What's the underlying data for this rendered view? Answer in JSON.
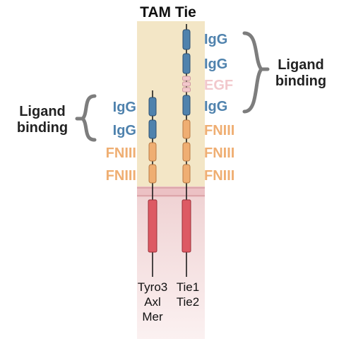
{
  "title": "TAM Tie",
  "colors": {
    "extracellular": "#f3e6c6",
    "membrane": "#ecc1c4",
    "intracellular": "#f6e2e2",
    "igg": "#4f82ad",
    "fniii": "#efae72",
    "egf": "#f2c8cc",
    "kinase": "#dd5a64",
    "bracket": "#7d7d7d"
  },
  "left_group": {
    "ligand_label_line1": "Ligand",
    "ligand_label_line2": "binding",
    "domains": [
      {
        "type": "IgG",
        "label": "IgG",
        "icon": "igg-domain-icon"
      },
      {
        "type": "IgG",
        "label": "IgG",
        "icon": "igg-domain-icon"
      },
      {
        "type": "FNIII",
        "label": "FNIII",
        "icon": "fniii-domain-icon"
      },
      {
        "type": "FNIII",
        "label": "FNIII",
        "icon": "fniii-domain-icon"
      }
    ],
    "receptor_names": [
      "Tyro3",
      "Axl",
      "Mer"
    ]
  },
  "right_group": {
    "ligand_label_line1": "Ligand",
    "ligand_label_line2": "binding",
    "domains": [
      {
        "type": "IgG",
        "label": "IgG",
        "icon": "igg-domain-icon"
      },
      {
        "type": "IgG",
        "label": "IgG",
        "icon": "igg-domain-icon"
      },
      {
        "type": "EGF",
        "label": "EGF",
        "icon": "egf-domain-icon"
      },
      {
        "type": "IgG",
        "label": "IgG",
        "icon": "igg-domain-icon"
      },
      {
        "type": "FNIII",
        "label": "FNIII",
        "icon": "fniii-domain-icon"
      },
      {
        "type": "FNIII",
        "label": "FNIII",
        "icon": "fniii-domain-icon"
      },
      {
        "type": "FNIII",
        "label": "FNIII",
        "icon": "fniii-domain-icon"
      }
    ],
    "receptor_names": [
      "Tie1",
      "Tie2"
    ]
  }
}
